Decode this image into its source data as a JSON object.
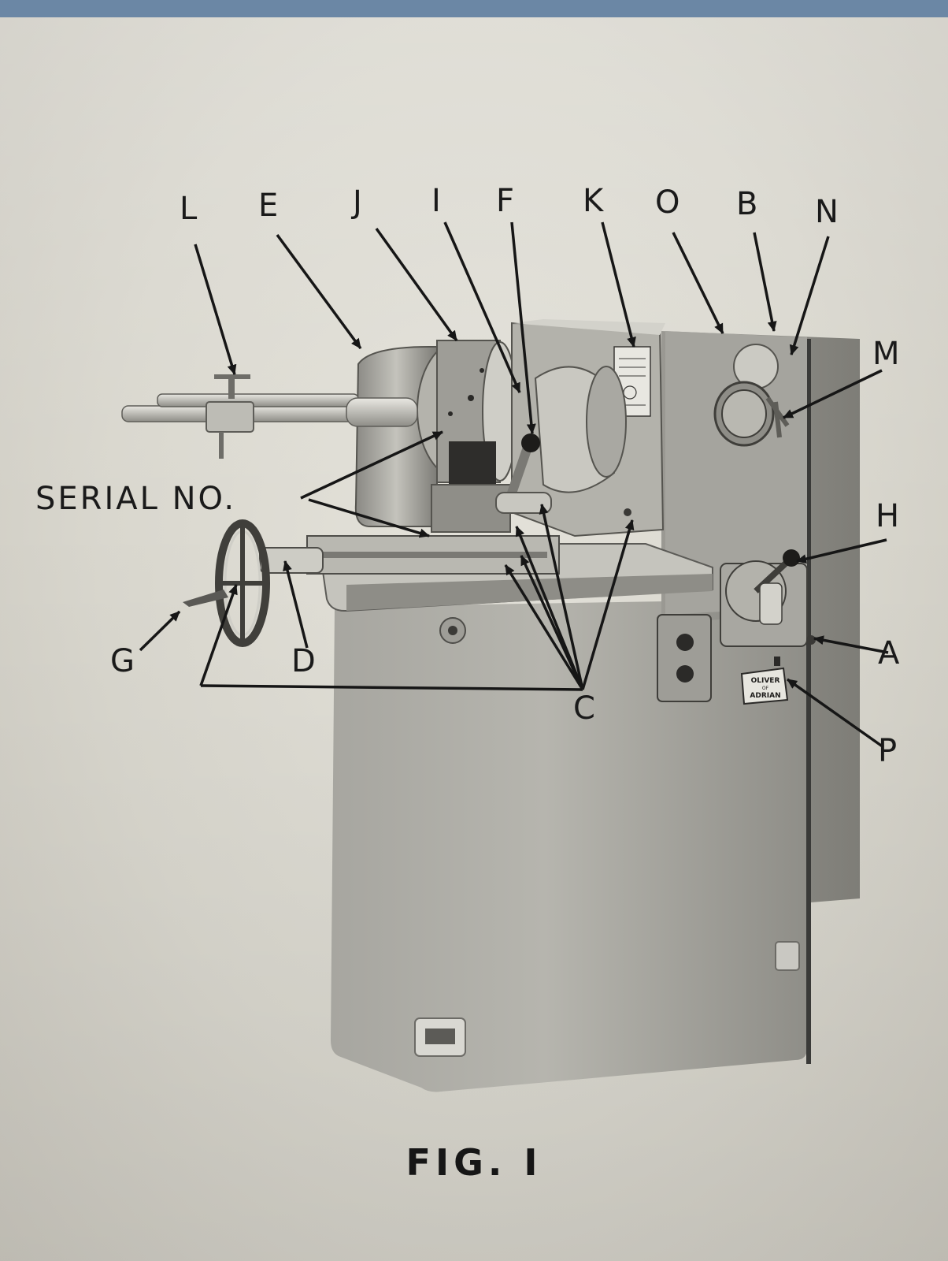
{
  "labels": {
    "L": "L",
    "E": "E",
    "J": "J",
    "I": "I",
    "F": "F",
    "K": "K",
    "O": "O",
    "B": "B",
    "N": "N",
    "M": "M",
    "H": "H",
    "A": "A",
    "P": "P",
    "C": "C",
    "D": "D",
    "G": "G"
  },
  "serial_label": "SERIAL NO.",
  "caption": "FIG. I",
  "nameplate": [
    "OLIVER",
    "OF",
    "ADRIAN"
  ]
}
